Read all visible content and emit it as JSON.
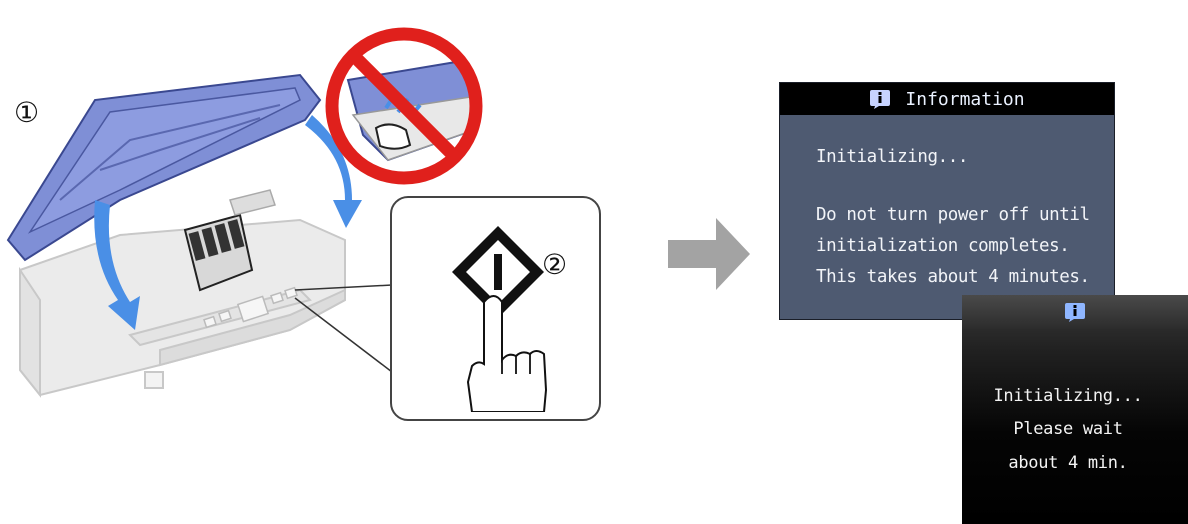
{
  "steps": {
    "step1_marker": "①",
    "step2_marker": "②"
  },
  "colors": {
    "printer_lid": "#7f8fd6",
    "printer_body": "#e8e8e8",
    "arrow_blue": "#4a8fe6",
    "prohibit_red": "#e0201c",
    "next_arrow": "#a3a3a3"
  },
  "icons": {
    "power_button": "power-button-icon",
    "hand": "pointing-hand-icon",
    "info": "info-icon",
    "next": "right-arrow-icon",
    "prohibit": "prohibited-sign-icon"
  },
  "screen1": {
    "title": "Information",
    "line1": "Initializing...",
    "line2": "Do not turn power off until",
    "line3": "initialization completes.",
    "line4": "This takes about 4 minutes."
  },
  "screen2": {
    "line1": "Initializing...",
    "line2": "Please wait",
    "line3": "about 4 min."
  }
}
